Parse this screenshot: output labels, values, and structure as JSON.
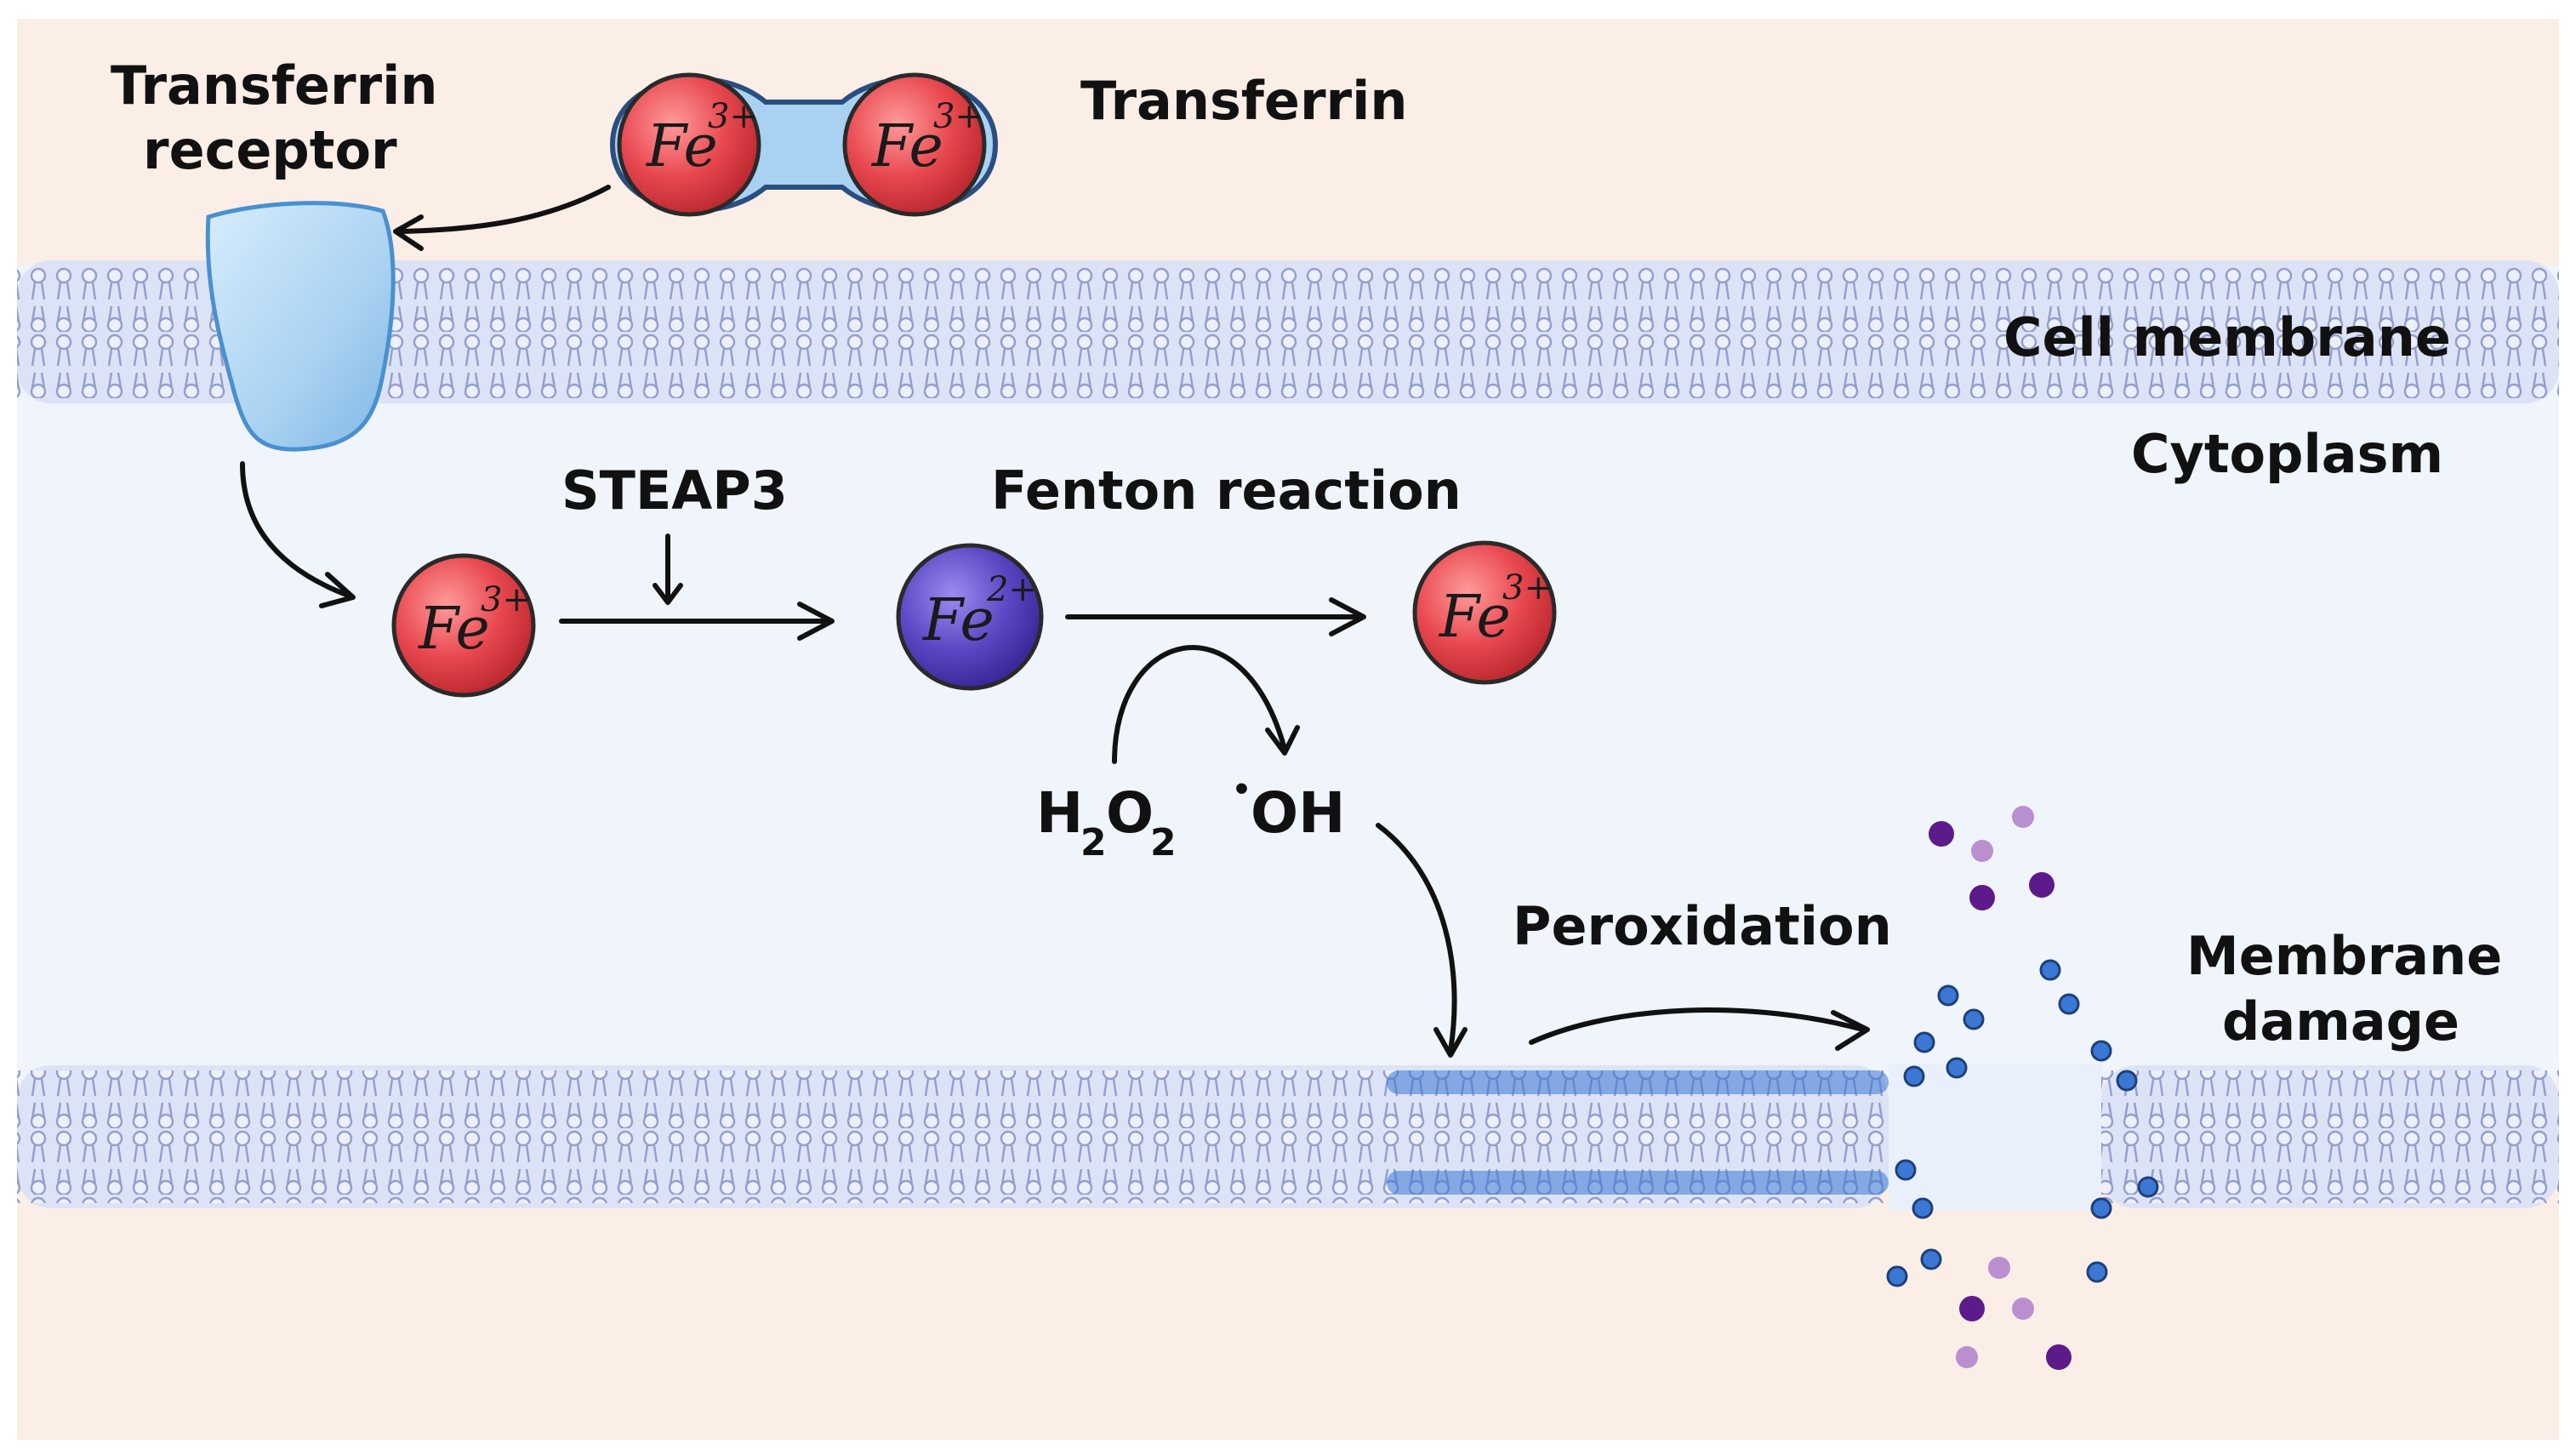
{
  "labels": {
    "transferrin": "Transferrin",
    "transferrin_receptor_line1": "Transferrin",
    "transferrin_receptor_line2": "receptor",
    "cell_membrane": "Cell membrane",
    "cytoplasm": "Cytoplasm",
    "steap3": "STEAP3",
    "fenton_reaction": "Fenton reaction",
    "peroxidation": "Peroxidation",
    "membrane_damage_line1": "Membrane",
    "membrane_damage_line2": "damage"
  },
  "ions": {
    "fe3": {
      "base": "Fe",
      "charge": "3+"
    },
    "fe2": {
      "base": "Fe",
      "charge": "2+"
    }
  },
  "chem": {
    "h2o2_h": "H",
    "h2o2_2a": "2",
    "h2o2_o": "O",
    "h2o2_2b": "2",
    "oh_dot": "•",
    "oh": "OH"
  },
  "colors": {
    "background": "#fbeee6",
    "cytoplasm": "#f0f4fb",
    "membrane": "#dde3f6",
    "lipid": "#8c97c8",
    "fe3": "#e8484f",
    "fe2": "#5a48c4",
    "receptor": "#a9d2f2",
    "damaged_lipid": "#3b78d4",
    "leak_purple_dark": "#5c1a8a",
    "leak_purple_light": "#b98fd0"
  }
}
